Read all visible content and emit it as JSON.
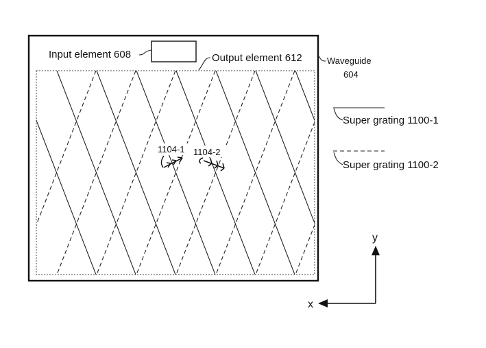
{
  "labels": {
    "input_element": "Input element 608",
    "output_element": "Output element 612",
    "waveguide_line1": "Waveguide",
    "waveguide_line2": "604",
    "grating_1104_1": "1104-1",
    "grating_1104_2": "1104-2",
    "legend_solid": "Super grating 1100-1",
    "legend_dashed": "Super grating 1100-2",
    "axis_x": "x",
    "axis_y": "y"
  },
  "gratings": {
    "super_grating_1": {
      "line_style": "solid",
      "direction": "down-right",
      "line_count": 8
    },
    "super_grating_2": {
      "line_style": "dashed",
      "direction": "down-left",
      "line_count": 8
    }
  },
  "colors": {
    "ink": "#111111",
    "background": "#ffffff"
  }
}
